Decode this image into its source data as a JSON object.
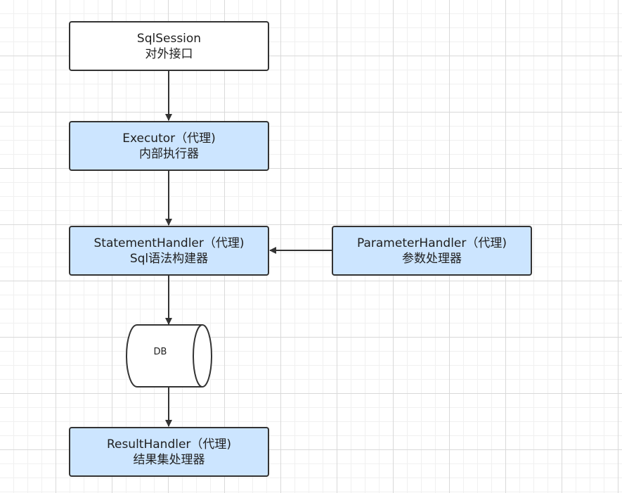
{
  "nodes": {
    "sqlsession": {
      "line1": "SqlSession",
      "line2": "对外接口"
    },
    "executor": {
      "line1": "Executor（代理)",
      "line2": "内部执行器"
    },
    "statement": {
      "line1": "StatementHandler（代理)",
      "line2": "Sql语法构建器"
    },
    "parameter": {
      "line1": "ParameterHandler（代理)",
      "line2": "参数处理器"
    },
    "db": {
      "label": "DB"
    },
    "result": {
      "line1": "ResultHandler（代理)",
      "line2": "结果集处理器"
    }
  },
  "edges": [
    {
      "from": "sqlsession",
      "to": "executor"
    },
    {
      "from": "executor",
      "to": "statement"
    },
    {
      "from": "parameter",
      "to": "statement"
    },
    {
      "from": "statement",
      "to": "db"
    },
    {
      "from": "db",
      "to": "result"
    }
  ],
  "colors": {
    "default_fill": "#ffffff",
    "handler_fill": "#cce5ff",
    "stroke": "#333333",
    "grid": "#d9d9d9"
  }
}
